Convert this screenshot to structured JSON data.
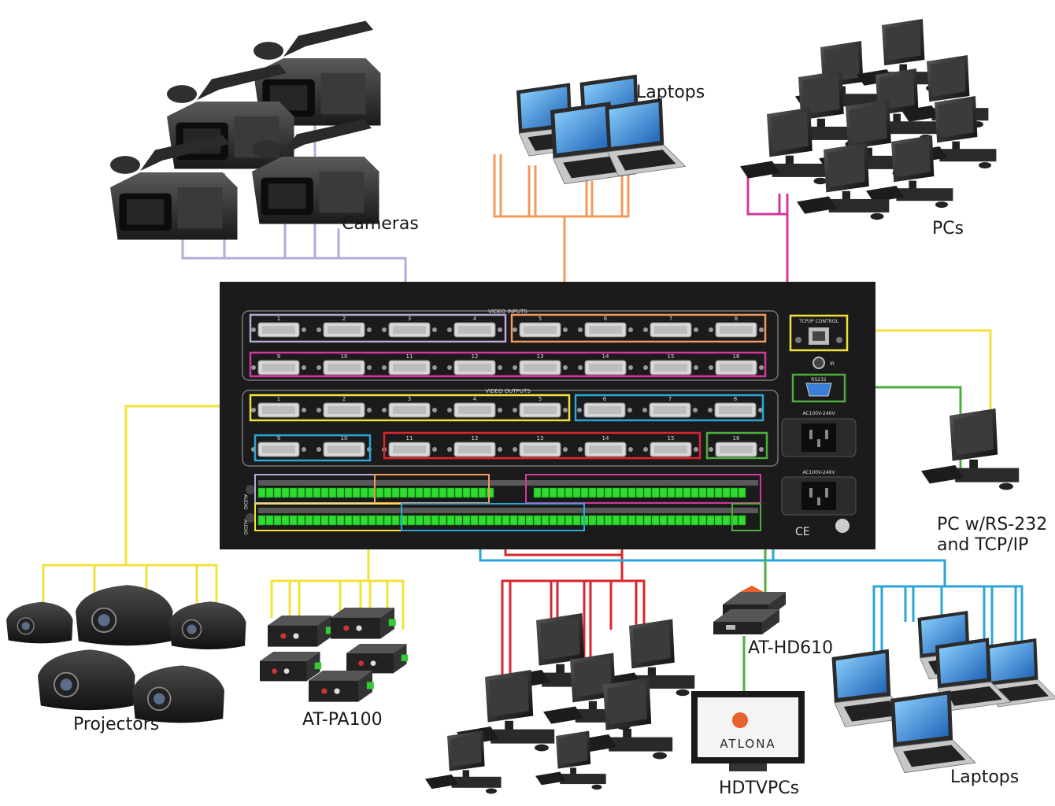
{
  "labels": {
    "cameras": "Cameras",
    "laptops_top": "Laptops",
    "pcs_top": "PCs",
    "pc_rs232_line1": "PC w/RS-232",
    "pc_rs232_line2": "and TCP/IP",
    "projectors": "Projectors",
    "at_pa100": "AT-PA100",
    "at_hd610": "AT-HD610",
    "hdtv": "HDTVPCs",
    "laptops_bottom": "Laptops"
  },
  "panel": {
    "video_inputs": "VIDEO INPUTS",
    "video_outputs": "VIDEO OUTPUTS",
    "tcp_control": "TCP/IP CONTROL",
    "ir": "IR",
    "rs232": "RS232",
    "power": "AC100V-240V",
    "input_ports_row1": [
      "1",
      "2",
      "3",
      "4",
      "5",
      "6",
      "7",
      "8"
    ],
    "input_ports_row2": [
      "9",
      "10",
      "11",
      "12",
      "13",
      "14",
      "15",
      "16"
    ],
    "output_ports_row1": [
      "1",
      "2",
      "3",
      "4",
      "5",
      "6",
      "7",
      "8"
    ],
    "output_ports_row2": [
      "9",
      "10",
      "11",
      "12",
      "13",
      "14",
      "15",
      "16"
    ],
    "audio_in": "AUDIO",
    "audio_out": "AUDIO",
    "hdtv_brand": "ATLONA"
  },
  "colors": {
    "camera": "#b7a9d8",
    "laptop_in": "#f29a5c",
    "pc_in": "#d4379e",
    "projector": "#f2e23a",
    "blue": "#2aa6d8",
    "red": "#d9262c",
    "green": "#4caf3c",
    "control": "#f2e23a",
    "panel": "#1b1b1b",
    "terminal": "#2fdc2f"
  }
}
